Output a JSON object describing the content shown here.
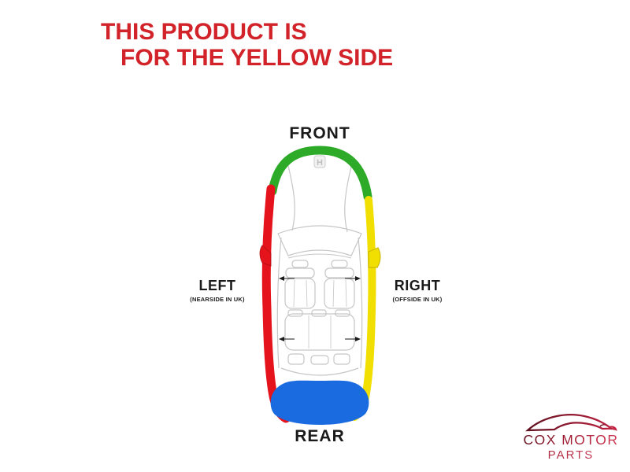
{
  "banner": {
    "line1": "THIS PRODUCT IS",
    "line2": "FOR THE YELLOW SIDE",
    "color": "#d2232a"
  },
  "diagram": {
    "front_label": "FRONT",
    "rear_label": "REAR",
    "left_label": "LEFT",
    "left_sublabel": "(NEARSIDE IN UK)",
    "right_label": "RIGHT",
    "right_sublabel": "(OFFSIDE IN UK)",
    "badge_letter": "H",
    "colors": {
      "front": "#2daa28",
      "left": "#e5141c",
      "right": "#f0df00",
      "right_edge": "#cdb900",
      "rear": "#1b6be0",
      "outline": "#b5b5b5",
      "interior": "#c6c6c6",
      "arrow": "#1a1a1a"
    }
  },
  "logo": {
    "line1": "COX MOTOR",
    "line2": "PARTS",
    "color_dark": "#5f1220",
    "color_light": "#d43a55"
  }
}
